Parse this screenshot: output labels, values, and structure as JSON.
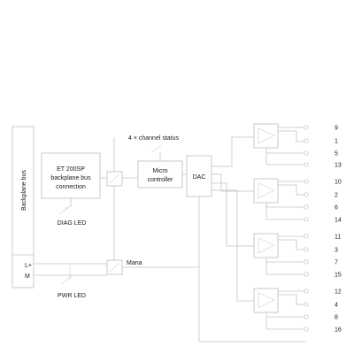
{
  "blocks": {
    "backplane_bus": "Backplane bus",
    "bus_connection": [
      "ET 200SP",
      "backplane bus",
      "connection"
    ],
    "diag_led": "DIAG LED",
    "channel_status": "4 × channel status",
    "microcontroller": [
      "Micro",
      "controller"
    ],
    "dac": "DAC",
    "l_plus": "L+",
    "m": "M",
    "mana": "Mana",
    "pwr_led": "PWR LED"
  },
  "terminals": [
    "9",
    "1",
    "5",
    "13",
    "10",
    "2",
    "6",
    "14",
    "11",
    "3",
    "7",
    "15",
    "12",
    "4",
    "8",
    "16"
  ]
}
